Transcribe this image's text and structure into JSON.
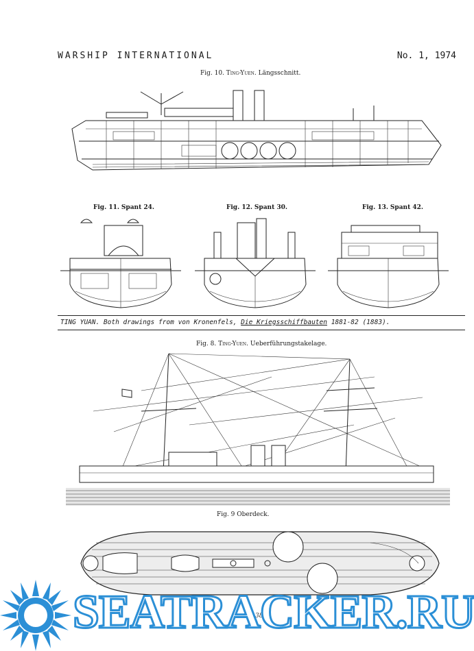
{
  "header": {
    "journal": "WARSHIP INTERNATIONAL",
    "issue": "No. 1, 1974"
  },
  "figures": {
    "fig10": {
      "num": "Fig. 10.",
      "name": "Ting-Yuen.",
      "title": "Längsschnitt."
    },
    "fig11": {
      "num": "Fig. 11.",
      "title": "Spant 24."
    },
    "fig12": {
      "num": "Fig. 12.",
      "title": "Spant 30."
    },
    "fig13": {
      "num": "Fig. 13.",
      "title": "Spant 42."
    },
    "fig8": {
      "num": "Fig. 8.",
      "name": "Ting-Yuen.",
      "title": "Ueberführungstakelage."
    },
    "fig9": {
      "num": "Fig. 9",
      "title": "Oberdeck."
    }
  },
  "caption": {
    "prefix": "TING YUAN.  Both drawings from von Kronenfels,",
    "book": "Die Kriegsschiffbauten",
    "suffix": "1881-82 (1883)."
  },
  "page_number": "38",
  "watermark": {
    "text": "SEATRACKER.RU",
    "color": "#2b8fd6",
    "icon": "sun-icon"
  }
}
